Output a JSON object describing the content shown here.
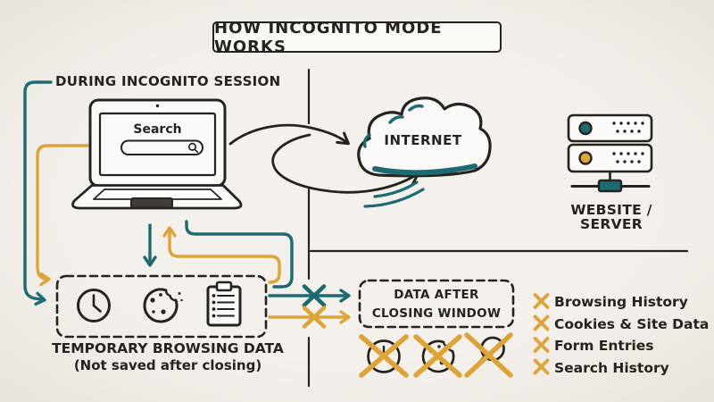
{
  "palette": {
    "background": "#f2efea",
    "ink": "#26231f",
    "teal": "#1c6b72",
    "orange": "#dfa438"
  },
  "title": "HOW INCOGNITO MODE WORKS",
  "session": {
    "label": "DURING INCOGNITO SESSION"
  },
  "laptop": {
    "search_label": "Search",
    "icon": "laptop-illustration"
  },
  "internet": {
    "label": "INTERNET",
    "icon": "cloud-icon"
  },
  "server": {
    "label": "WEBSITE / SERVER",
    "icon": "server-icon"
  },
  "temporary_data": {
    "title": "TEMPORARY BROWSING DATA",
    "subtitle": "(Not saved after closing)",
    "icons": [
      "clock-icon",
      "cookie-icon",
      "clipboard-icon"
    ]
  },
  "data_after_closing": {
    "line1": "DATA AFTER",
    "line2": "CLOSING WINDOW"
  },
  "deleted_items": [
    {
      "label": "Browsing History"
    },
    {
      "label": "Cookies & Site Data"
    },
    {
      "label": "Form Entries"
    },
    {
      "label": "Search History"
    }
  ],
  "crossed_out_icons": [
    "clock-icon",
    "cookie-icon",
    "search-icon"
  ]
}
